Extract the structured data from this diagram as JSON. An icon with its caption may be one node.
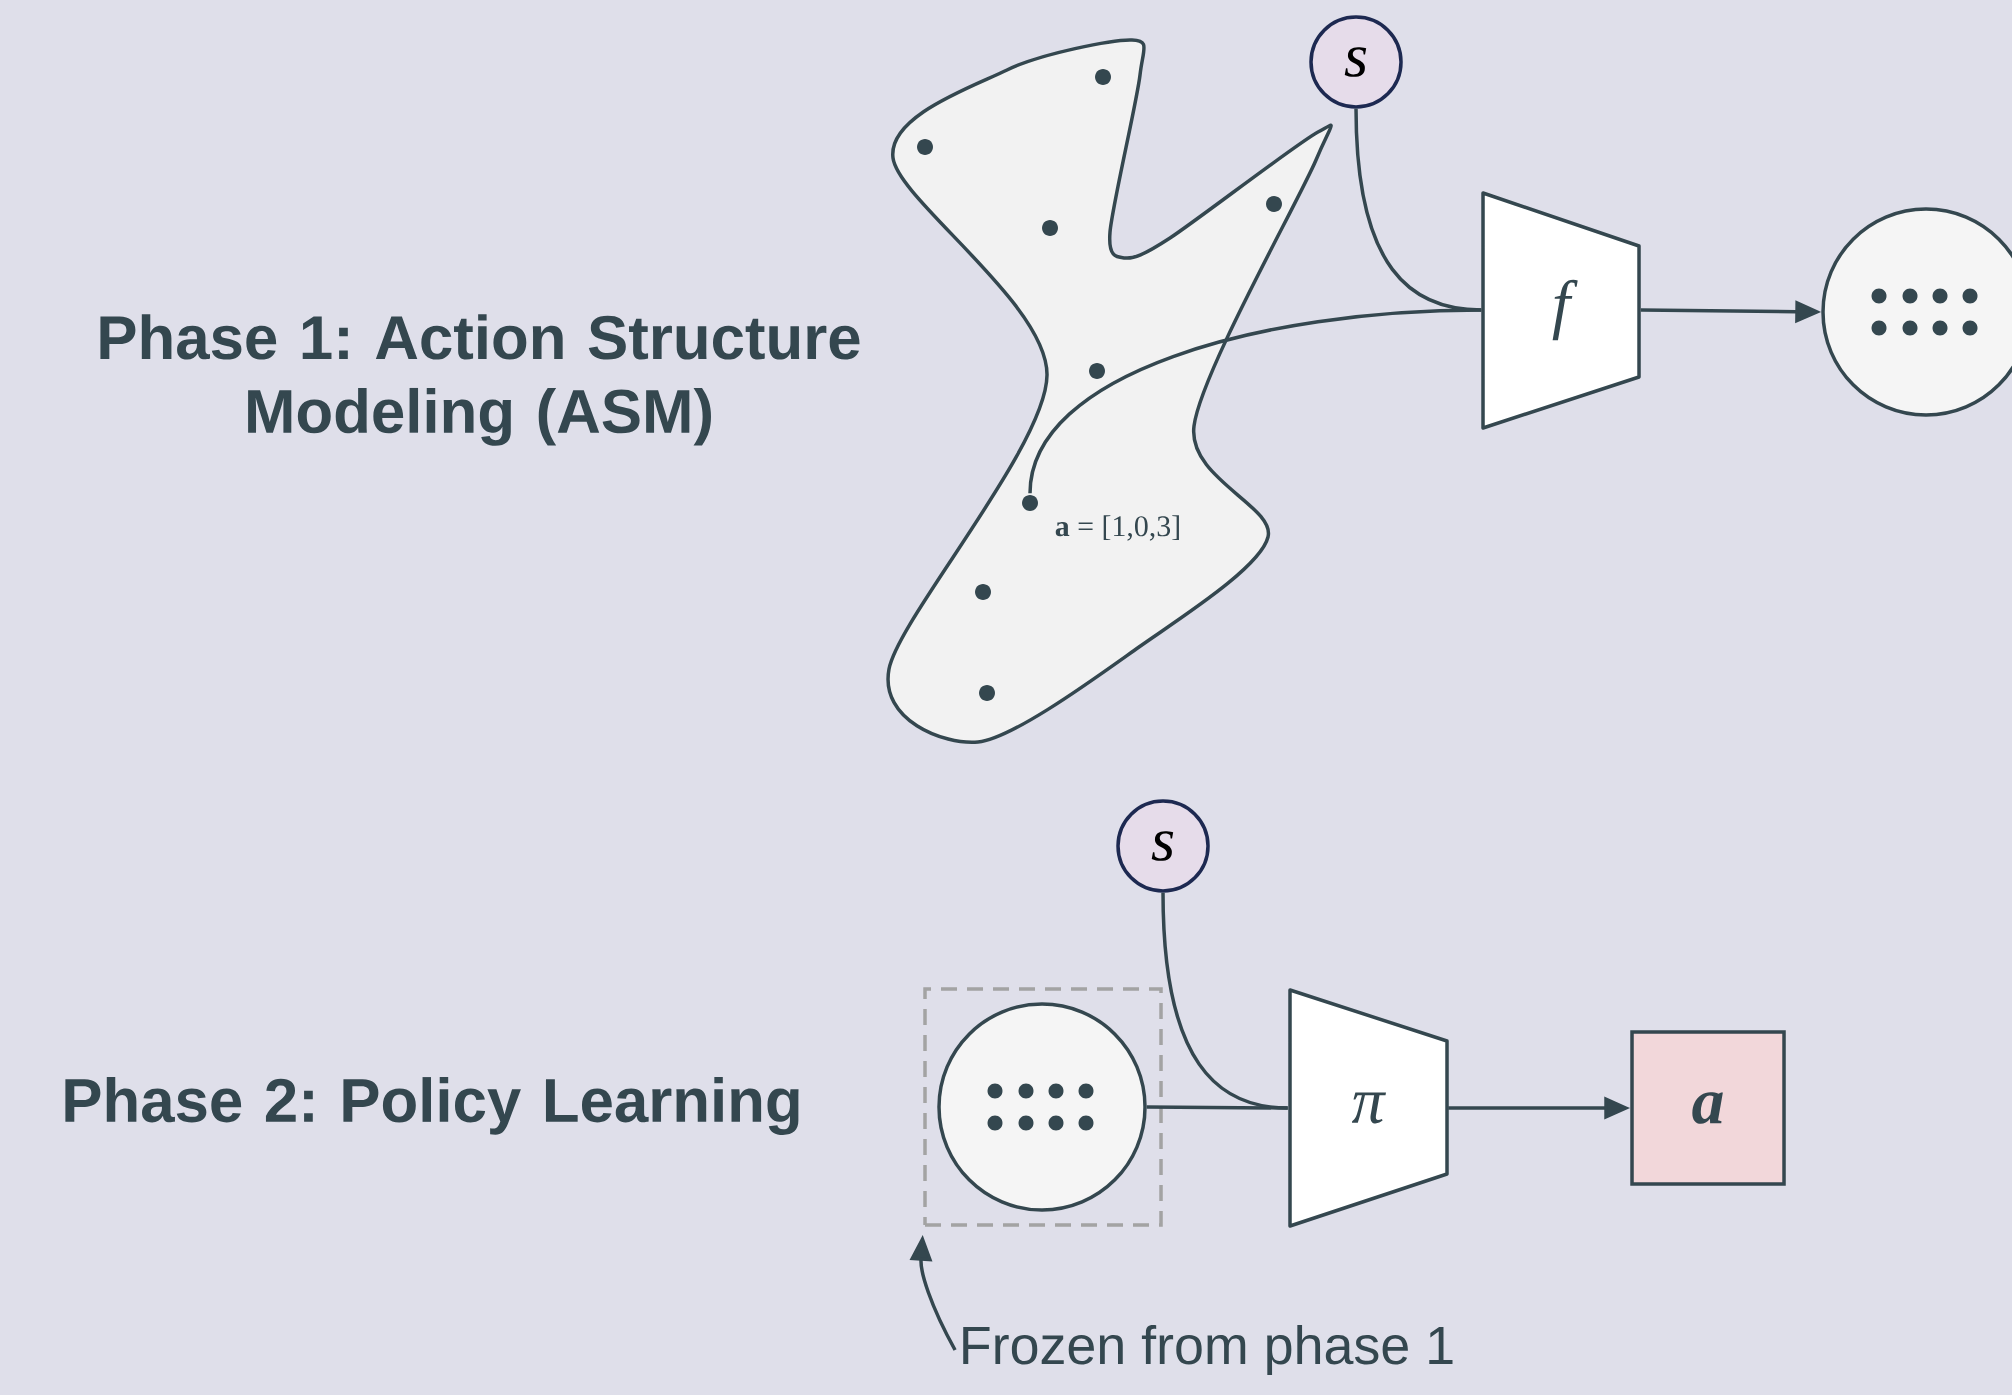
{
  "diagram": {
    "nodes": [
      {
        "text": [
          "s"
        ]
      },
      {
        "text": [],
        "shape": "blob"
      },
      {
        "text": [],
        "shape": "circle",
        "in": 1
      },
      {
        "text": [],
        "shape": "circle",
        "in": 1
      },
      {
        "text": [],
        "shape": "circle",
        "in": 1
      },
      {
        "text": [],
        "shape": "circle",
        "in": 1
      },
      {
        "text": [],
        "shape": "circle",
        "in": 1
      },
      {
        "text": [],
        "shape": "circle",
        "in": 1,
        "beside": [
          "**a** = [1,0,3]"
        ]
      },
      {
        "text": [],
        "shape": "circle",
        "in": 1
      },
      {
        "text": [],
        "shape": "circle",
        "in": 1
      },
      {
        "text": [
          "f"
        ]
      },
      {
        "text": [],
        "shape": "circle"
      },
      {
        "text": [
          "s"
        ]
      },
      {
        "text": [],
        "shape": "box"
      },
      {
        "text": [],
        "shape": "circle",
        "in": 13
      },
      {
        "text": [
          "π"
        ]
      },
      {
        "text": [
          "a"
        ]
      },
      {
        "text": [
          "Frozen from phase 1"
        ]
      }
    ],
    "edges": [
      {
        "from": 0,
        "to": 10,
        "arrow": "none"
      },
      {
        "from": 7,
        "to": 10,
        "arrow": "none"
      },
      {
        "from": 10,
        "to": 11,
        "arrow": "to"
      },
      {
        "from": 12,
        "to": 15,
        "arrow": "none"
      },
      {
        "from": 14,
        "to": 15,
        "arrow": "none"
      },
      {
        "from": 15,
        "to": 16,
        "arrow": "to"
      },
      {
        "from": 17,
        "to": 13,
        "arrow": "to"
      }
    ],
    "labels": [
      "Phase 1: Action Structure Modeling (ASM)",
      "Phase 2: Policy Learning"
    ]
  }
}
